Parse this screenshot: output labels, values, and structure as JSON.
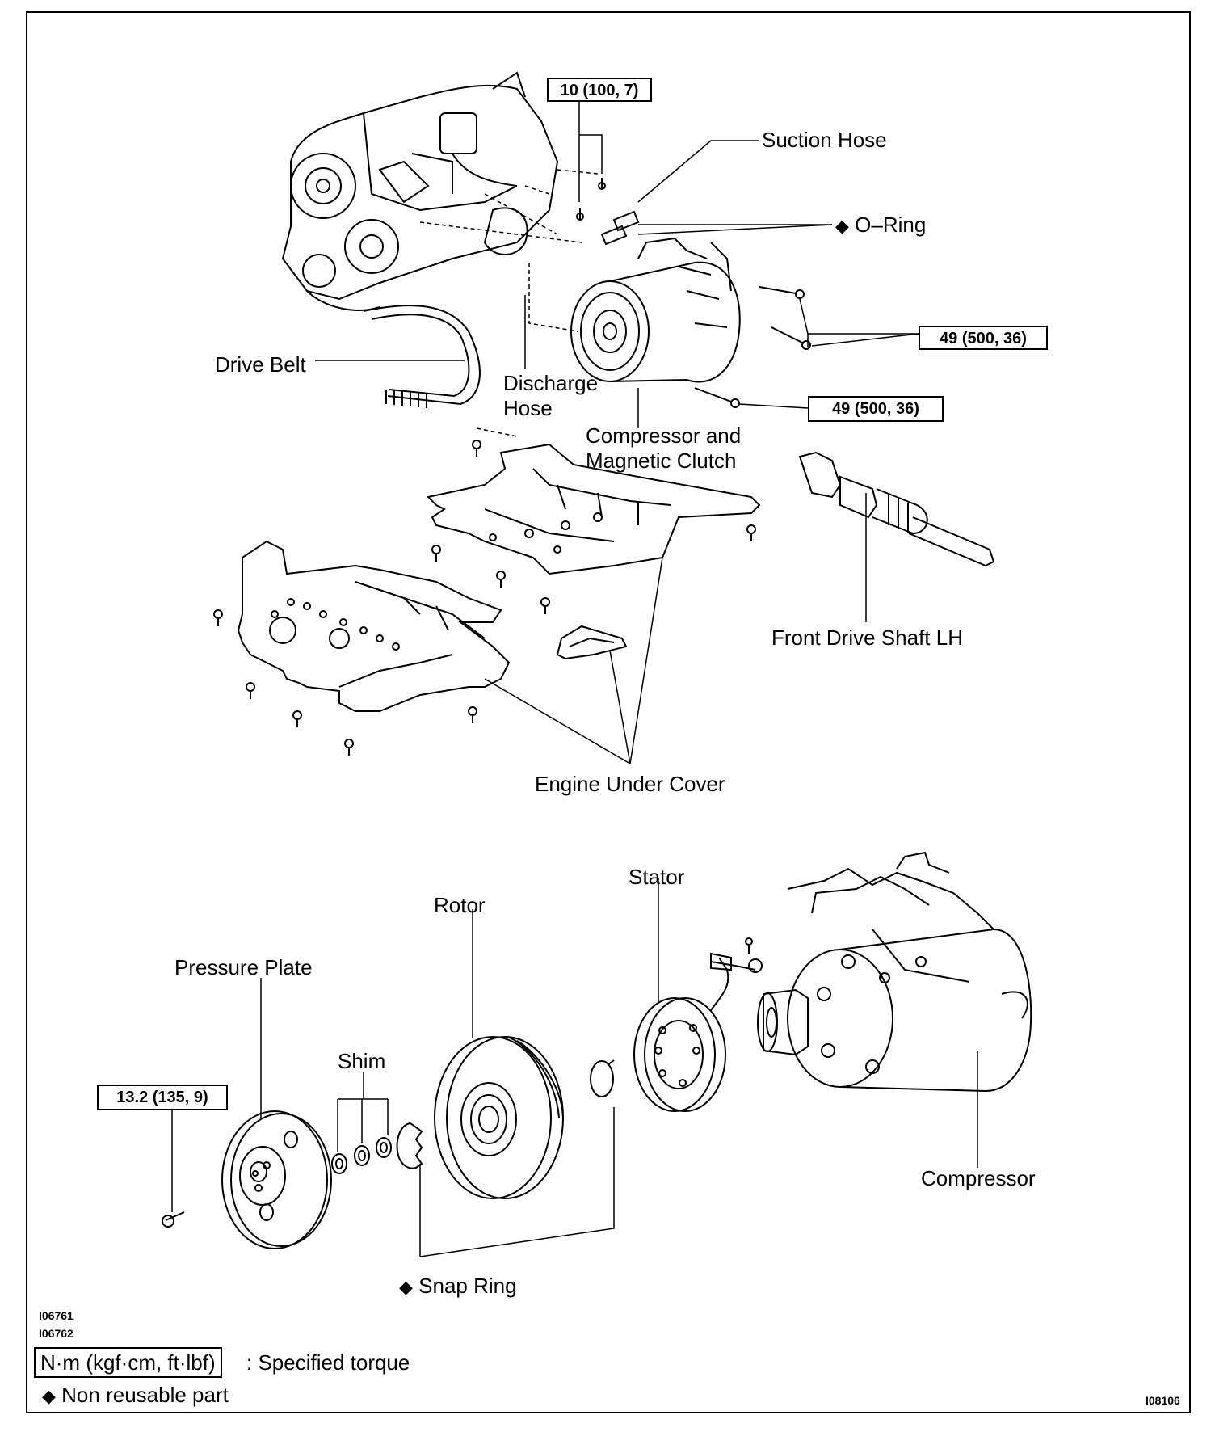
{
  "torque_boxes": {
    "suction_bolt": "10 (100, 7)",
    "compressor_upper_bolts": "49 (500, 36)",
    "compressor_lower_bolt": "49 (500, 36)",
    "pressure_plate_bolt": "13.2 (135, 9)"
  },
  "labels": {
    "suction_hose": "Suction Hose",
    "o_ring": "O–Ring",
    "drive_belt": "Drive Belt",
    "discharge_hose_line1": "Discharge",
    "discharge_hose_line2": "Hose",
    "compressor_clutch_line1": "Compressor and",
    "compressor_clutch_line2": "Magnetic Clutch",
    "front_drive_shaft": "Front Drive Shaft LH",
    "engine_under_cover": "Engine Under Cover",
    "stator": "Stator",
    "rotor": "Rotor",
    "pressure_plate": "Pressure Plate",
    "shim": "Shim",
    "compressor": "Compressor",
    "snap_ring": "Snap Ring"
  },
  "figure_ids": {
    "id1": "I06761",
    "id2": "I06762",
    "id3": "I08106"
  },
  "legend": {
    "torque_unit": "N·m (kgf·cm, ft·lbf)",
    "torque_desc": ": Specified torque",
    "non_reusable": "Non reusable part",
    "diamond": "◆"
  }
}
